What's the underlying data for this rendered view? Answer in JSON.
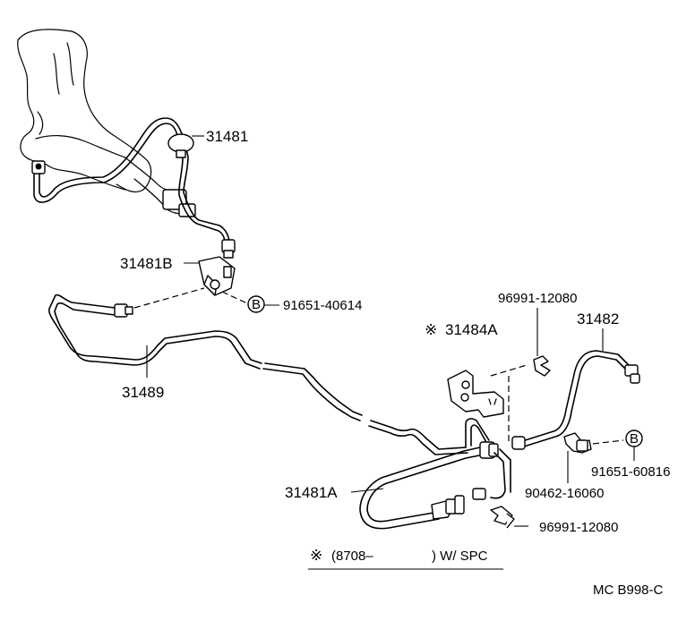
{
  "labels": {
    "p31481": "31481",
    "p31481b": "31481B",
    "p91651_40614": "91651-40614",
    "bolt_b1": "B",
    "p96991_12080_top": "96991-12080",
    "p31484a": "31484A",
    "p31484a_mark": "※",
    "p31482": "31482",
    "p31489": "31489",
    "bolt_b2": "B",
    "p91651_60816": "91651-60816",
    "p90462_16060": "90462-16060",
    "p31481a": "31481A",
    "p96991_12080_bottom": "96991-12080"
  },
  "note": {
    "mark": "※",
    "text_left": "(8708–",
    "text_right": ") W/ SPC"
  },
  "footer": {
    "code": "MC  B998-C"
  }
}
